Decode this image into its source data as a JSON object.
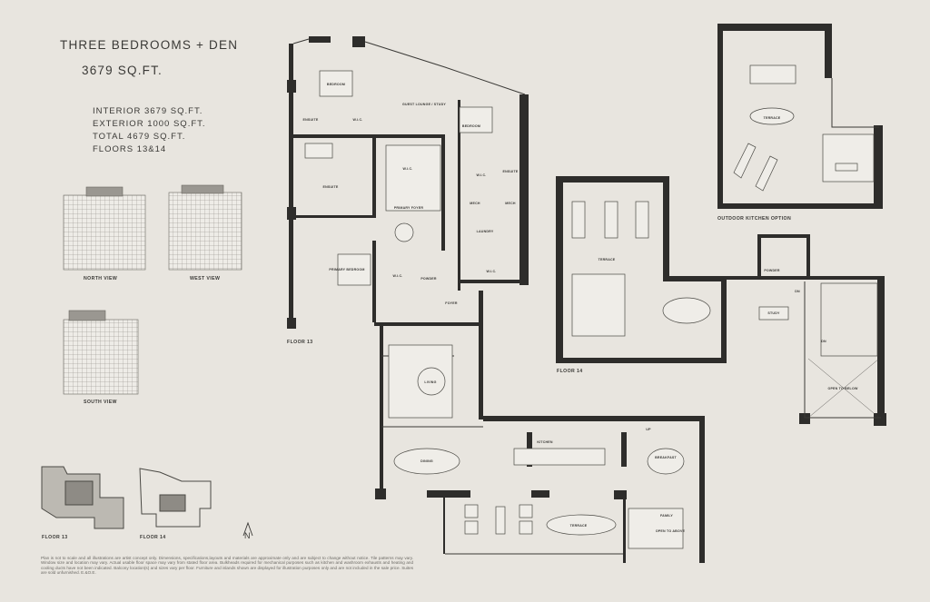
{
  "header": {
    "title": "THREE BEDROOMS + DEN",
    "area": "3679 SQ.FT."
  },
  "specs": [
    "INTERIOR 3679 SQ.FT.",
    "EXTERIOR 1000 SQ.FT.",
    "TOTAL 4679 SQ.FT.",
    "FLOORS 13&14"
  ],
  "views": {
    "north": "NORTH VIEW",
    "west": "WEST VIEW",
    "south": "SOUTH VIEW"
  },
  "keyplans": {
    "floor13": "FLOOR 13",
    "floor14": "FLOOR 14",
    "north_arrow": "N"
  },
  "plans": {
    "floor13": "FLOOR 13",
    "floor14": "FLOOR 14",
    "outdoor": "OUTDOOR KITCHEN OPTION"
  },
  "rooms": {
    "bedroom2": "BEDROOM",
    "ensuite_a": "ENSUITE",
    "wic_a": "W.I.C.",
    "guest": "GUEST LOUNGE / STUDY",
    "bedroom3": "BEDROOM",
    "ensuite_primary": "ENSUITE",
    "wic_primary": "W.I.C.",
    "wic_b": "W.I.C.",
    "ensuite_b": "ENSUITE",
    "mech1": "MECH",
    "mech2": "MECH",
    "primary_foyer": "PRIMARY FOYER",
    "laundry": "LAUNDRY",
    "primary_bedroom": "PRIMARY BEDROOM",
    "wic_c": "W.I.C.",
    "powder13": "POWDER",
    "wic_d": "W.I.C.",
    "foyer": "FOYER",
    "living": "LIVING",
    "dining": "DINING",
    "kitchen": "KITCHEN",
    "breakfast": "BREAKFAST",
    "family": "FAMILY",
    "open_above": "OPEN TO ABOVE",
    "terrace13": "TERRACE",
    "terrace14": "TERRACE",
    "powder14": "POWDER",
    "study": "STUDY",
    "open_below": "OPEN TO BELOW",
    "terrace_outdoor": "TERRACE",
    "up": "UP",
    "dn": "DN",
    "dn2": "DN"
  },
  "disclaimer": "Plan is not to scale and all illustrations are artist concept only. Dimensions, specifications,layouts and materials are approximate only and are subject to change without notice. Tile patterns may vary. Window size and location may vary. Actual usable floor space may vary from stated floor area. Bulkheads required for mechanical purposes such as kitchen and washroom exhausts and heating and cooling ducts have not been indicated. Balcony location(s) and sizes vary per floor. Furniture and islands shown are displayed for illustration purposes only and are not included in the sale price. Suites are sold unfurnished. E.&O.E.",
  "colors": {
    "background": "#e8e5df",
    "wall": "#2e2d2b",
    "text": "#3a3936"
  }
}
